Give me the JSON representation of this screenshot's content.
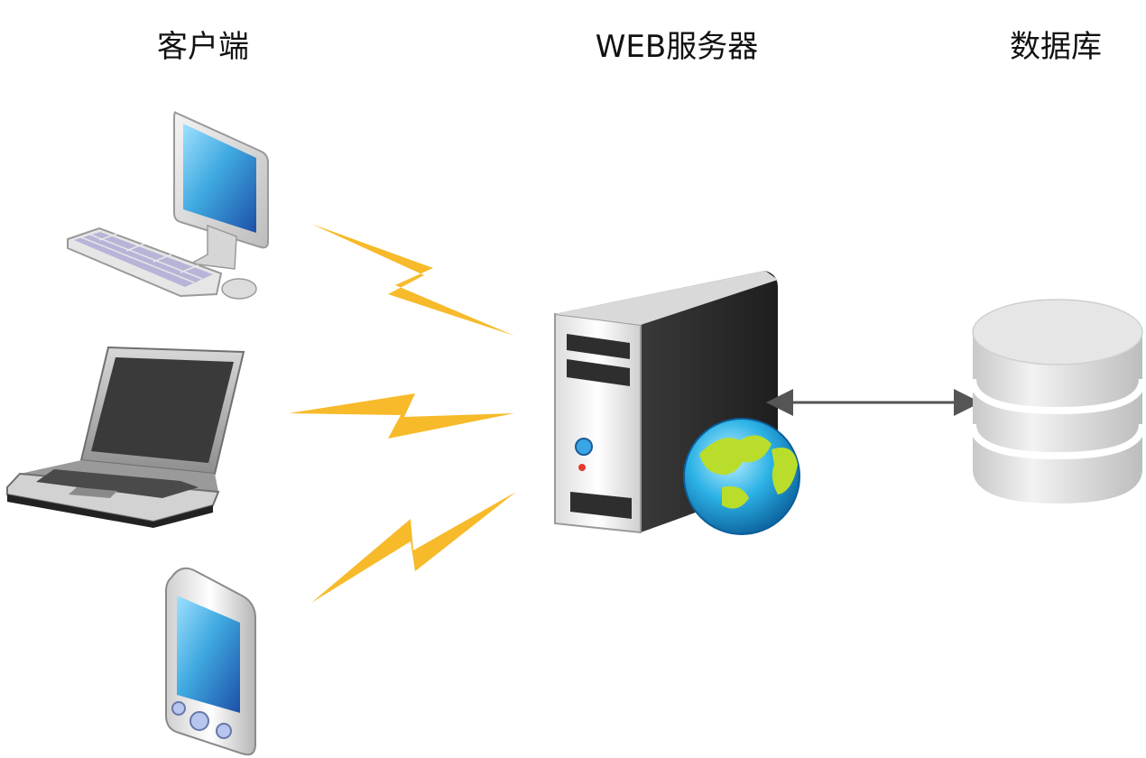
{
  "labels": {
    "client": "客户端",
    "server": "WEB服务器",
    "database": "数据库"
  },
  "nodes": {
    "clients": [
      {
        "id": "desktop",
        "icon": "desktop-computer-icon"
      },
      {
        "id": "laptop",
        "icon": "laptop-icon"
      },
      {
        "id": "mobile",
        "icon": "mobile-device-icon"
      }
    ],
    "server": {
      "icon": "web-server-icon",
      "badge": "globe-icon"
    },
    "database": {
      "icon": "database-cylinder-icon"
    }
  },
  "links": [
    {
      "from": "desktop",
      "to": "server",
      "style": "lightning",
      "color": "#F7BA2A"
    },
    {
      "from": "laptop",
      "to": "server",
      "style": "lightning",
      "color": "#F7BA2A"
    },
    {
      "from": "mobile",
      "to": "server",
      "style": "lightning",
      "color": "#F7BA2A"
    },
    {
      "from": "server",
      "to": "database",
      "style": "double-arrow",
      "color": "#555555"
    }
  ],
  "colors": {
    "lightning": "#F7BA2A",
    "screen": "#3FA9E0",
    "server_body": "#3A3A3A",
    "database": "#D9D9D9",
    "arrow": "#555555"
  }
}
